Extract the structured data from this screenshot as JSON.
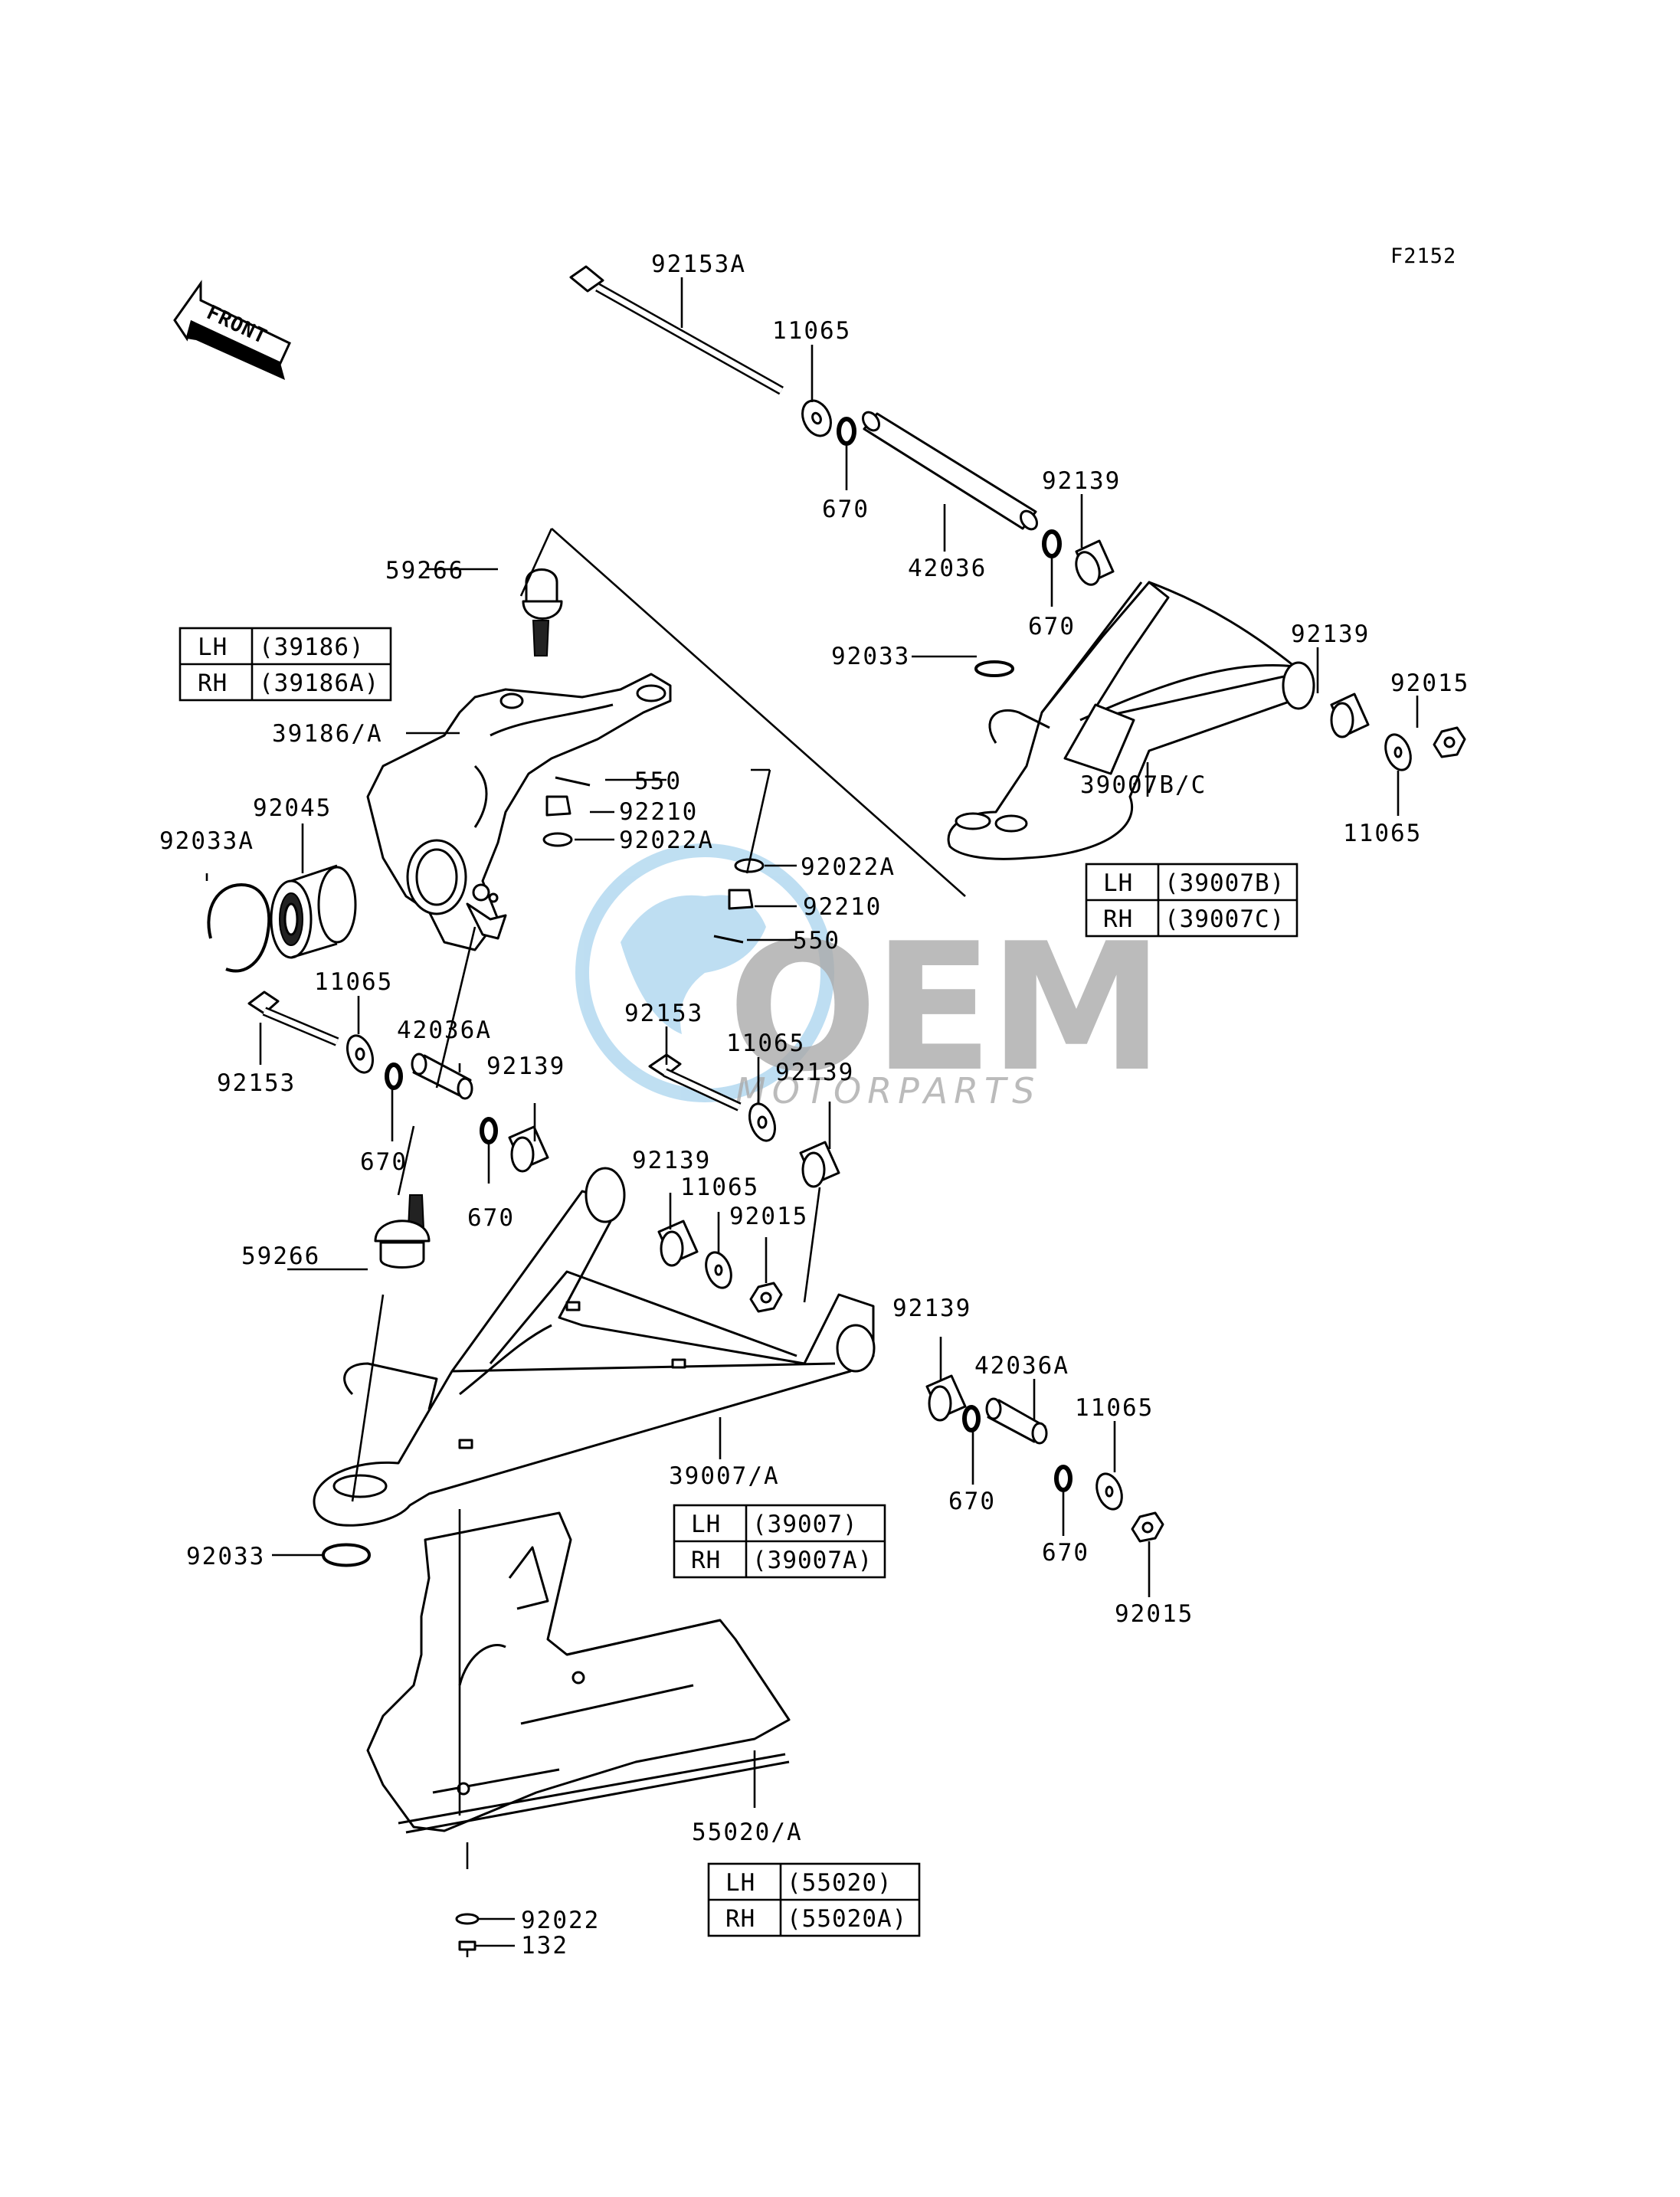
{
  "figure_code": "F2152",
  "front_label": "FRONT",
  "watermark": {
    "brand": "OEM",
    "sub": "MOTORPARTS"
  },
  "labels": {
    "p92153A": "92153A",
    "p11065_top": "11065",
    "p670_top": "670",
    "p42036": "42036",
    "p92139_top": "92139",
    "p670_top2": "670",
    "p92033_top": "92033",
    "p92139_right": "92139",
    "p92015_right": "92015",
    "p39007BC": "39007B/C",
    "p11065_right": "11065",
    "p59266_top": "59266",
    "p39186A": "39186/A",
    "p550_a": "550",
    "p92210_a": "92210",
    "p92022A_a": "92022A",
    "p92022A_b": "92022A",
    "p92210_b": "92210",
    "p550_b": "550",
    "p92045": "92045",
    "p92033A": "92033A",
    "p11065_left": "11065",
    "p92153_left": "92153",
    "p42036A_left": "42036A",
    "p92139_left": "92139",
    "p670_left": "670",
    "p670_left2": "670",
    "p92153_mid": "92153",
    "p11065_mid": "11065",
    "p92139_mid": "92139",
    "p92139_mid2": "92139",
    "p11065_mid2": "11065",
    "p92015_mid": "92015",
    "p59266_low": "59266",
    "p92139_low": "92139",
    "p42036A_low": "42036A",
    "p11065_low": "11065",
    "p670_low": "670",
    "p670_low2": "670",
    "p92015_low": "92015",
    "p39007A": "39007/A",
    "p92033_low": "92033",
    "p55020A": "55020/A",
    "p92022": "92022",
    "p132": "132"
  },
  "tables": {
    "knuckle": [
      {
        "side": "LH",
        "code": "(39186)"
      },
      {
        "side": "RH",
        "code": "(39186A)"
      }
    ],
    "upper_arm": [
      {
        "side": "LH",
        "code": "(39007B)"
      },
      {
        "side": "RH",
        "code": "(39007C)"
      }
    ],
    "lower_arm": [
      {
        "side": "LH",
        "code": "(39007)"
      },
      {
        "side": "RH",
        "code": "(39007A)"
      }
    ],
    "guard": [
      {
        "side": "LH",
        "code": "(55020)"
      },
      {
        "side": "RH",
        "code": "(55020A)"
      }
    ]
  },
  "colors": {
    "ink": "#000000",
    "watermark_blue": "#a9d4ee",
    "watermark_gray": "#8e8e8e"
  }
}
